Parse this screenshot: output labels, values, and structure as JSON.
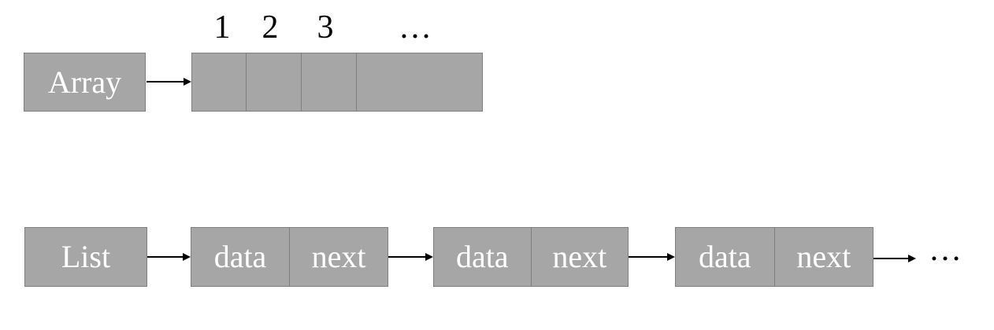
{
  "diagram": {
    "title": "array-vs-linked-list-diagram"
  },
  "colors": {
    "box_fill": "#a6a6a6",
    "box_border": "#7f7f7f",
    "arrow": "#000000",
    "box_label_text": "#ffffff",
    "index_text": "#000000",
    "background": "#ffffff"
  },
  "array_row": {
    "label": "Array",
    "indices": [
      "1",
      "2",
      "3",
      "…"
    ],
    "cell_count": 4
  },
  "list_row": {
    "label": "List",
    "nodes": [
      {
        "data": "data",
        "next": "next"
      },
      {
        "data": "data",
        "next": "next"
      },
      {
        "data": "data",
        "next": "next"
      }
    ],
    "trailing_ellipsis": "…"
  },
  "icons": {
    "pointer_arrow": "right-arrow"
  }
}
